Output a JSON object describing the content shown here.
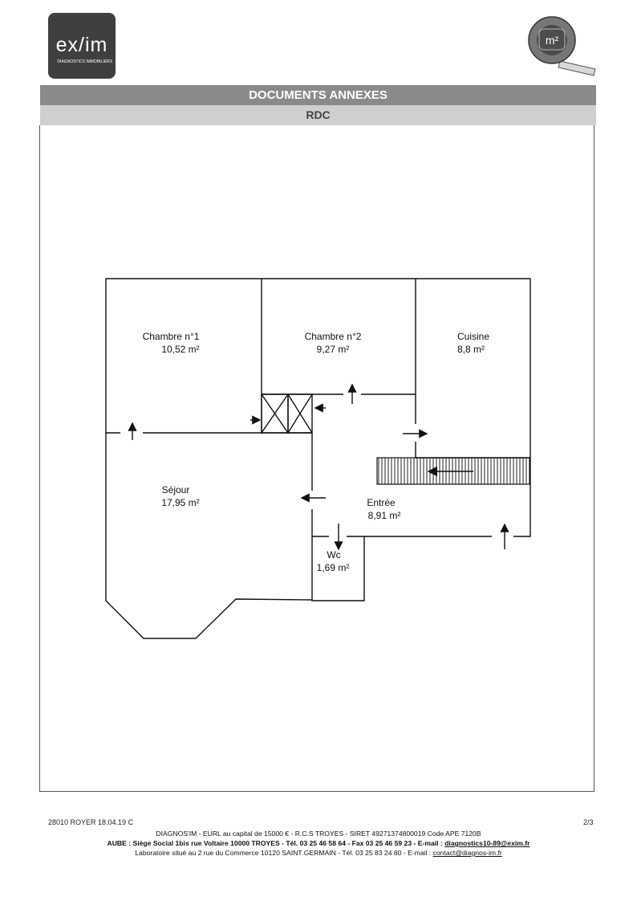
{
  "logo": {
    "word": "ex/im",
    "tagline": "DIAGNOSTICS IMMOBILIERS"
  },
  "logo_right": {
    "text": "m²"
  },
  "header": {
    "title": "DOCUMENTS ANNEXES",
    "subtitle": "RDC"
  },
  "rooms": [
    {
      "name": "Chambre n°1",
      "area": "10,52 m²"
    },
    {
      "name": "Chambre n°2",
      "area": "9,27 m²"
    },
    {
      "name": "Cuisine",
      "area": "8,8 m²"
    },
    {
      "name": "Séjour",
      "area": "17,95 m²"
    },
    {
      "name": "Entrée",
      "area": "8,91 m²"
    },
    {
      "name": "Wc",
      "area": "1,69 m²"
    }
  ],
  "footer": {
    "reference": "28010 ROYER 18.04.19 C",
    "page": "2/3",
    "line1": "DIAGNOS'IM - EURL au capital de 15000 € - R.C.S TROYES - SIRET 49271374800019 Code APE 7120B",
    "line2_prefix": "AUBE : Siège Social 1bis rue Voltaire 10000 TROYES - Tél. 03 25 46 58 64 - Fax 03 25 46 59 23 - E-mail : ",
    "line2_email": "diagnostics10-89@exim.fr",
    "line3_prefix": "Laboratoire situé au 2 rue du Commerce 10120 SAINT GERMAIN - Tél. 03 25 83 24 80 - E-mail : ",
    "line3_email": "contact@diagnos-im.fr"
  }
}
